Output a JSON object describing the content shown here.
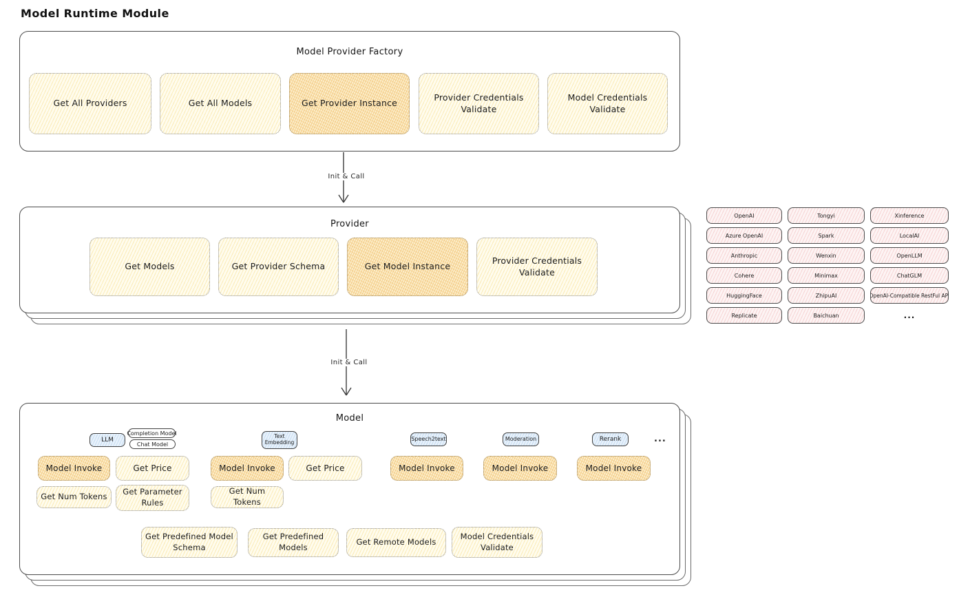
{
  "title": "Model Runtime Module",
  "factory": {
    "title": "Model Provider Factory",
    "boxes": [
      "Get All Providers",
      "Get All Models",
      "Get Provider Instance",
      "Provider Credentials Validate",
      "Model Credentials Validate"
    ]
  },
  "arrow1": {
    "label": "Init & Call"
  },
  "arrow2": {
    "label": "Init & Call"
  },
  "provider": {
    "title": "Provider",
    "boxes": [
      "Get Models",
      "Get Provider Schema",
      "Get Model Instance",
      "Provider Credentials Validate"
    ]
  },
  "providers": {
    "items": [
      "OpenAI",
      "Tongyi",
      "Xinference",
      "Azure OpenAI",
      "Spark",
      "LocalAI",
      "Anthropic",
      "Wenxin",
      "OpenLLM",
      "Cohere",
      "Minimax",
      "ChatGLM",
      "HuggingFace",
      "ZhipuAI",
      "OpenAI-Compatible RestFul API",
      "Replicate",
      "Baichuan",
      "..."
    ]
  },
  "model": {
    "title": "Model",
    "tags": {
      "llm": "LLM",
      "completion": "Completion Model",
      "chat": "Chat Model",
      "text_embedding": "Text Embedding",
      "speech2text": "Speech2text",
      "moderation": "Moderation",
      "rerank": "Rerank",
      "more": "..."
    },
    "ops": {
      "model_invoke": "Model Invoke",
      "get_price": "Get Price",
      "get_num_tokens": "Get Num Tokens",
      "get_parameter_rules": "Get Parameter Rules",
      "get_predefined_model_schema": "Get Predefined Model Schema",
      "get_predefined_models": "Get Predefined Models",
      "get_remote_models": "Get Remote Models",
      "model_credentials_validate": "Model Credentials Validate"
    }
  },
  "colors": {
    "outline": "#4a4a4a",
    "light_box_fill": "#fffcee",
    "light_box_hatch": "#f3d264",
    "dark_box_fill": "#fcefcd",
    "dark_box_hatch": "#eeb254",
    "pink_fill": "#fdf4f4",
    "pink_hatch": "#e99494",
    "blue_fill": "#e9f2fb",
    "blue_hatch": "#84b5e2"
  }
}
